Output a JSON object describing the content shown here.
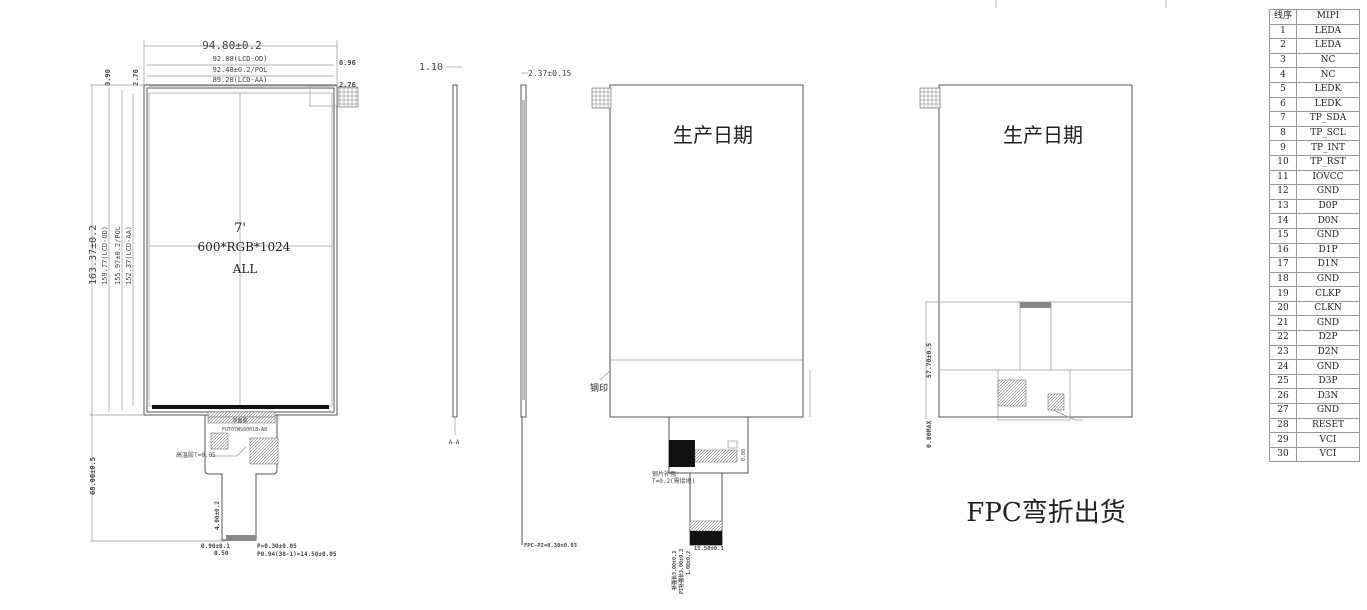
{
  "front_view": {
    "width_total": "94.80±0.2",
    "width_od": "92.88(LCD-OD)",
    "width_pol": "92.48±0.2/POL",
    "width_aa": "89.28(LCD-AA)",
    "right_offset_1": "0.96",
    "right_offset_2": "2.76",
    "top_offset_1": "0.90",
    "top_offset_2": "2.70",
    "height_total": "163.37±0.2",
    "height_od": "159.77(LCD-OD)",
    "height_pol": "155.97±0.2/POL",
    "height_aa": "152.37(LCD-AA)",
    "size_label": "7'",
    "resolution": "600*RGB*1024",
    "view_label": "ALL",
    "fpc_length": "68.00±0.5",
    "fpc_part_no": "FUT07WS60018-A8",
    "fpc_tape": "单面胶",
    "stiffener_note": "高温胶T=0.05",
    "finger_length": "4.00±0.2",
    "finger_offset_1": "0.90±0.1",
    "finger_offset_2": "0.50",
    "pin_width": "P=0.30±0.05",
    "pitch": "P0.94(30-1)=14.50±0.05"
  },
  "side_view": {
    "thickness_1": "1.10",
    "section_label": "A-A",
    "thickness_2": "2.37±0.15",
    "fpc_thickness": "FPC-PI=0.30±0.03"
  },
  "back_view_1": {
    "date_label": "生产日期",
    "stamp_label": "钢印",
    "stiffener_note": "钢片补强",
    "stiffener_thickness": "T=0.2(需接地)",
    "dim_1": "0.80",
    "dim_2": "15.50±0.1",
    "dim_3": "补强长3.00±0.3",
    "dim_4": "PI补强长3.00±0.3",
    "dim_5": "1.00±0.2"
  },
  "back_view_2": {
    "date_label": "生产日期",
    "bend_height": "57.70±0.5",
    "max_thickness": "0.80MAX",
    "shipping_note": "FPC弯折出货"
  },
  "pin_table": {
    "header_no": "线序",
    "header_name": "MIPI",
    "rows": [
      {
        "no": "1",
        "name": "LEDA"
      },
      {
        "no": "2",
        "name": "LEDA"
      },
      {
        "no": "3",
        "name": "NC"
      },
      {
        "no": "4",
        "name": "NC"
      },
      {
        "no": "5",
        "name": "LEDK"
      },
      {
        "no": "6",
        "name": "LEDK"
      },
      {
        "no": "7",
        "name": "TP_SDA"
      },
      {
        "no": "8",
        "name": "TP_SCL"
      },
      {
        "no": "9",
        "name": "TP_INT"
      },
      {
        "no": "10",
        "name": "TP_RST"
      },
      {
        "no": "11",
        "name": "IOVCC"
      },
      {
        "no": "12",
        "name": "GND"
      },
      {
        "no": "13",
        "name": "D0P"
      },
      {
        "no": "14",
        "name": "D0N"
      },
      {
        "no": "15",
        "name": "GND"
      },
      {
        "no": "16",
        "name": "D1P"
      },
      {
        "no": "17",
        "name": "D1N"
      },
      {
        "no": "18",
        "name": "GND"
      },
      {
        "no": "19",
        "name": "CLKP"
      },
      {
        "no": "20",
        "name": "CLKN"
      },
      {
        "no": "21",
        "name": "GND"
      },
      {
        "no": "22",
        "name": "D2P"
      },
      {
        "no": "23",
        "name": "D2N"
      },
      {
        "no": "24",
        "name": "GND"
      },
      {
        "no": "25",
        "name": "D3P"
      },
      {
        "no": "26",
        "name": "D3N"
      },
      {
        "no": "27",
        "name": "GND"
      },
      {
        "no": "28",
        "name": "RESET"
      },
      {
        "no": "29",
        "name": "VCI"
      },
      {
        "no": "30",
        "name": "VCI"
      }
    ]
  }
}
